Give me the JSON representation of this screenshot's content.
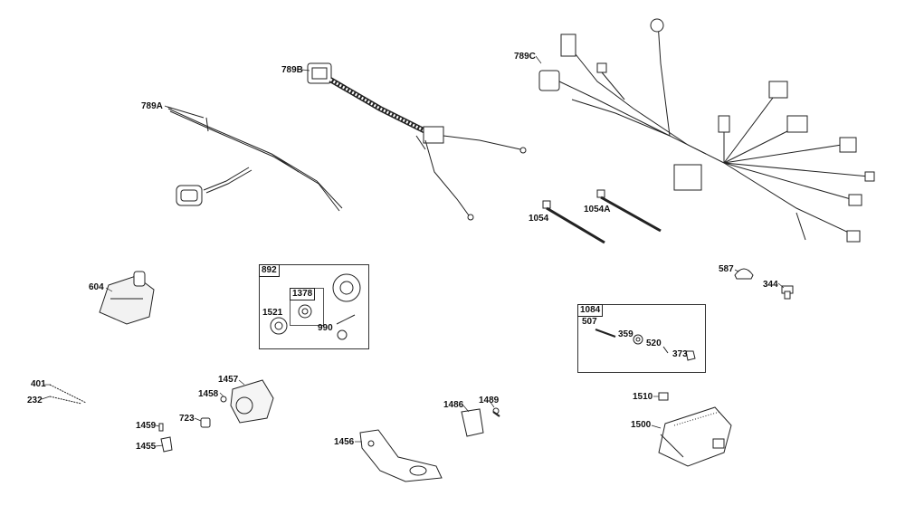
{
  "diagram": {
    "labels": {
      "l789A": "789A",
      "l789B": "789B",
      "l789C": "789C",
      "l1054": "1054",
      "l1054A": "1054A",
      "l587": "587",
      "l344": "344",
      "l604": "604",
      "l892": "892",
      "l1378": "1378",
      "l1521": "1521",
      "l990": "990",
      "l1084": "1084",
      "l507": "507",
      "l359": "359",
      "l520": "520",
      "l373": "373",
      "l401": "401",
      "l232": "232",
      "l1457": "1457",
      "l1458": "1458",
      "l723": "723",
      "l1459": "1459",
      "l1455": "1455",
      "l1456": "1456",
      "l1486": "1486",
      "l1489": "1489",
      "l1510": "1510",
      "l1500": "1500"
    }
  }
}
